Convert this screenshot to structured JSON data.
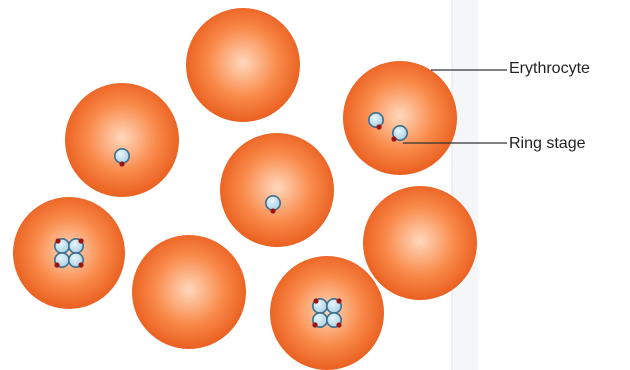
{
  "labels": {
    "erythrocyte": "Erythrocyte",
    "ring_stage": "Ring stage"
  },
  "colors": {
    "cell_center": "#ffd8bd",
    "cell_mid": "#f98a4a",
    "cell_edge": "#e85a1a",
    "parasite_body": "#a6cfe4",
    "parasite_outline": "#3b6f8c",
    "parasite_nucleus": "#9a1414",
    "leader_line": "#333333",
    "paper_fold": "#eef0f4"
  },
  "cells": [
    {
      "id": "top-center",
      "parasites": "none"
    },
    {
      "id": "top-left",
      "parasites": "single-ring"
    },
    {
      "id": "top-right",
      "parasites": "double-ring"
    },
    {
      "id": "center",
      "parasites": "single-ring"
    },
    {
      "id": "mid-right",
      "parasites": "none"
    },
    {
      "id": "bottom-left",
      "parasites": "schizont-cluster"
    },
    {
      "id": "bottom-center",
      "parasites": "none"
    },
    {
      "id": "bottom-right",
      "parasites": "schizont-cluster"
    }
  ]
}
